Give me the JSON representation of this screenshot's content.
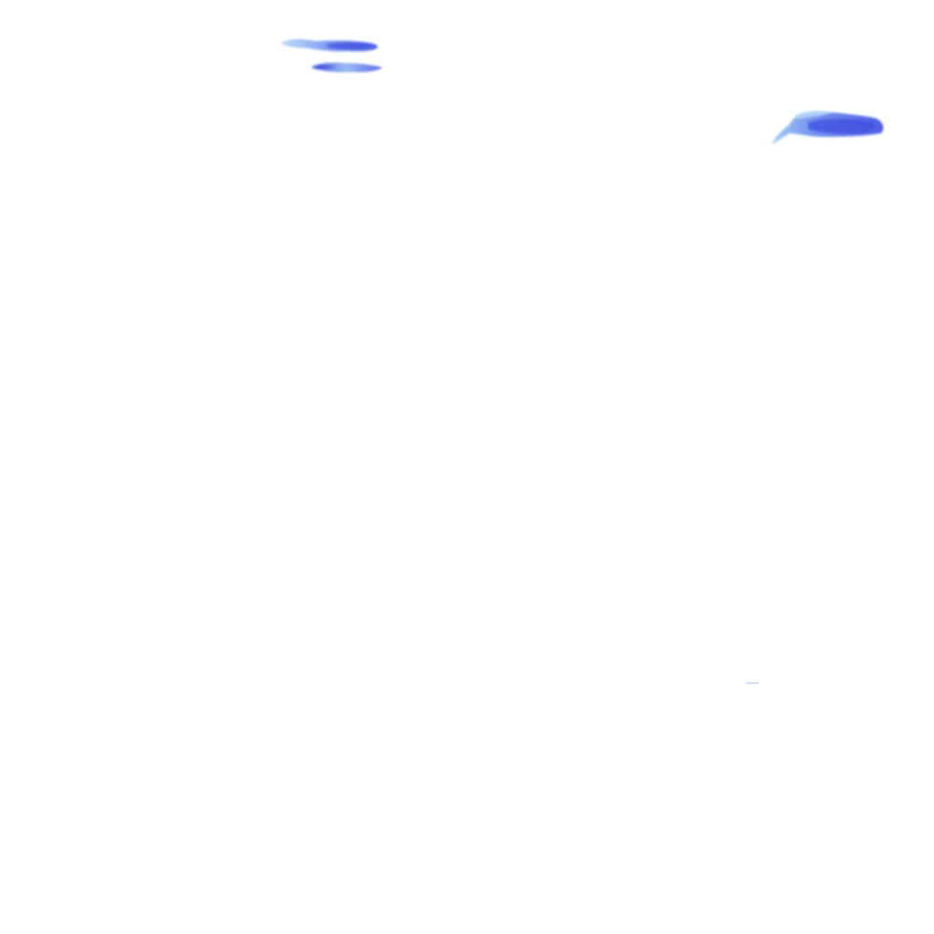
{
  "canvas": {
    "background": "#ffffff"
  },
  "colors": {
    "stroke_light": "#9ec8f4",
    "stroke_mid": "#6a8df0",
    "stroke_dark": "#3f4fe0",
    "speck": "#c9dcf6"
  },
  "marks": [
    {
      "name": "blue-smudge-top-left-upper",
      "kind": "brush-stroke"
    },
    {
      "name": "blue-smudge-top-left-lower",
      "kind": "brush-stroke"
    },
    {
      "name": "blue-smudge-top-right",
      "kind": "brush-stroke"
    },
    {
      "name": "faint-speck-lower-right",
      "kind": "speck"
    }
  ]
}
